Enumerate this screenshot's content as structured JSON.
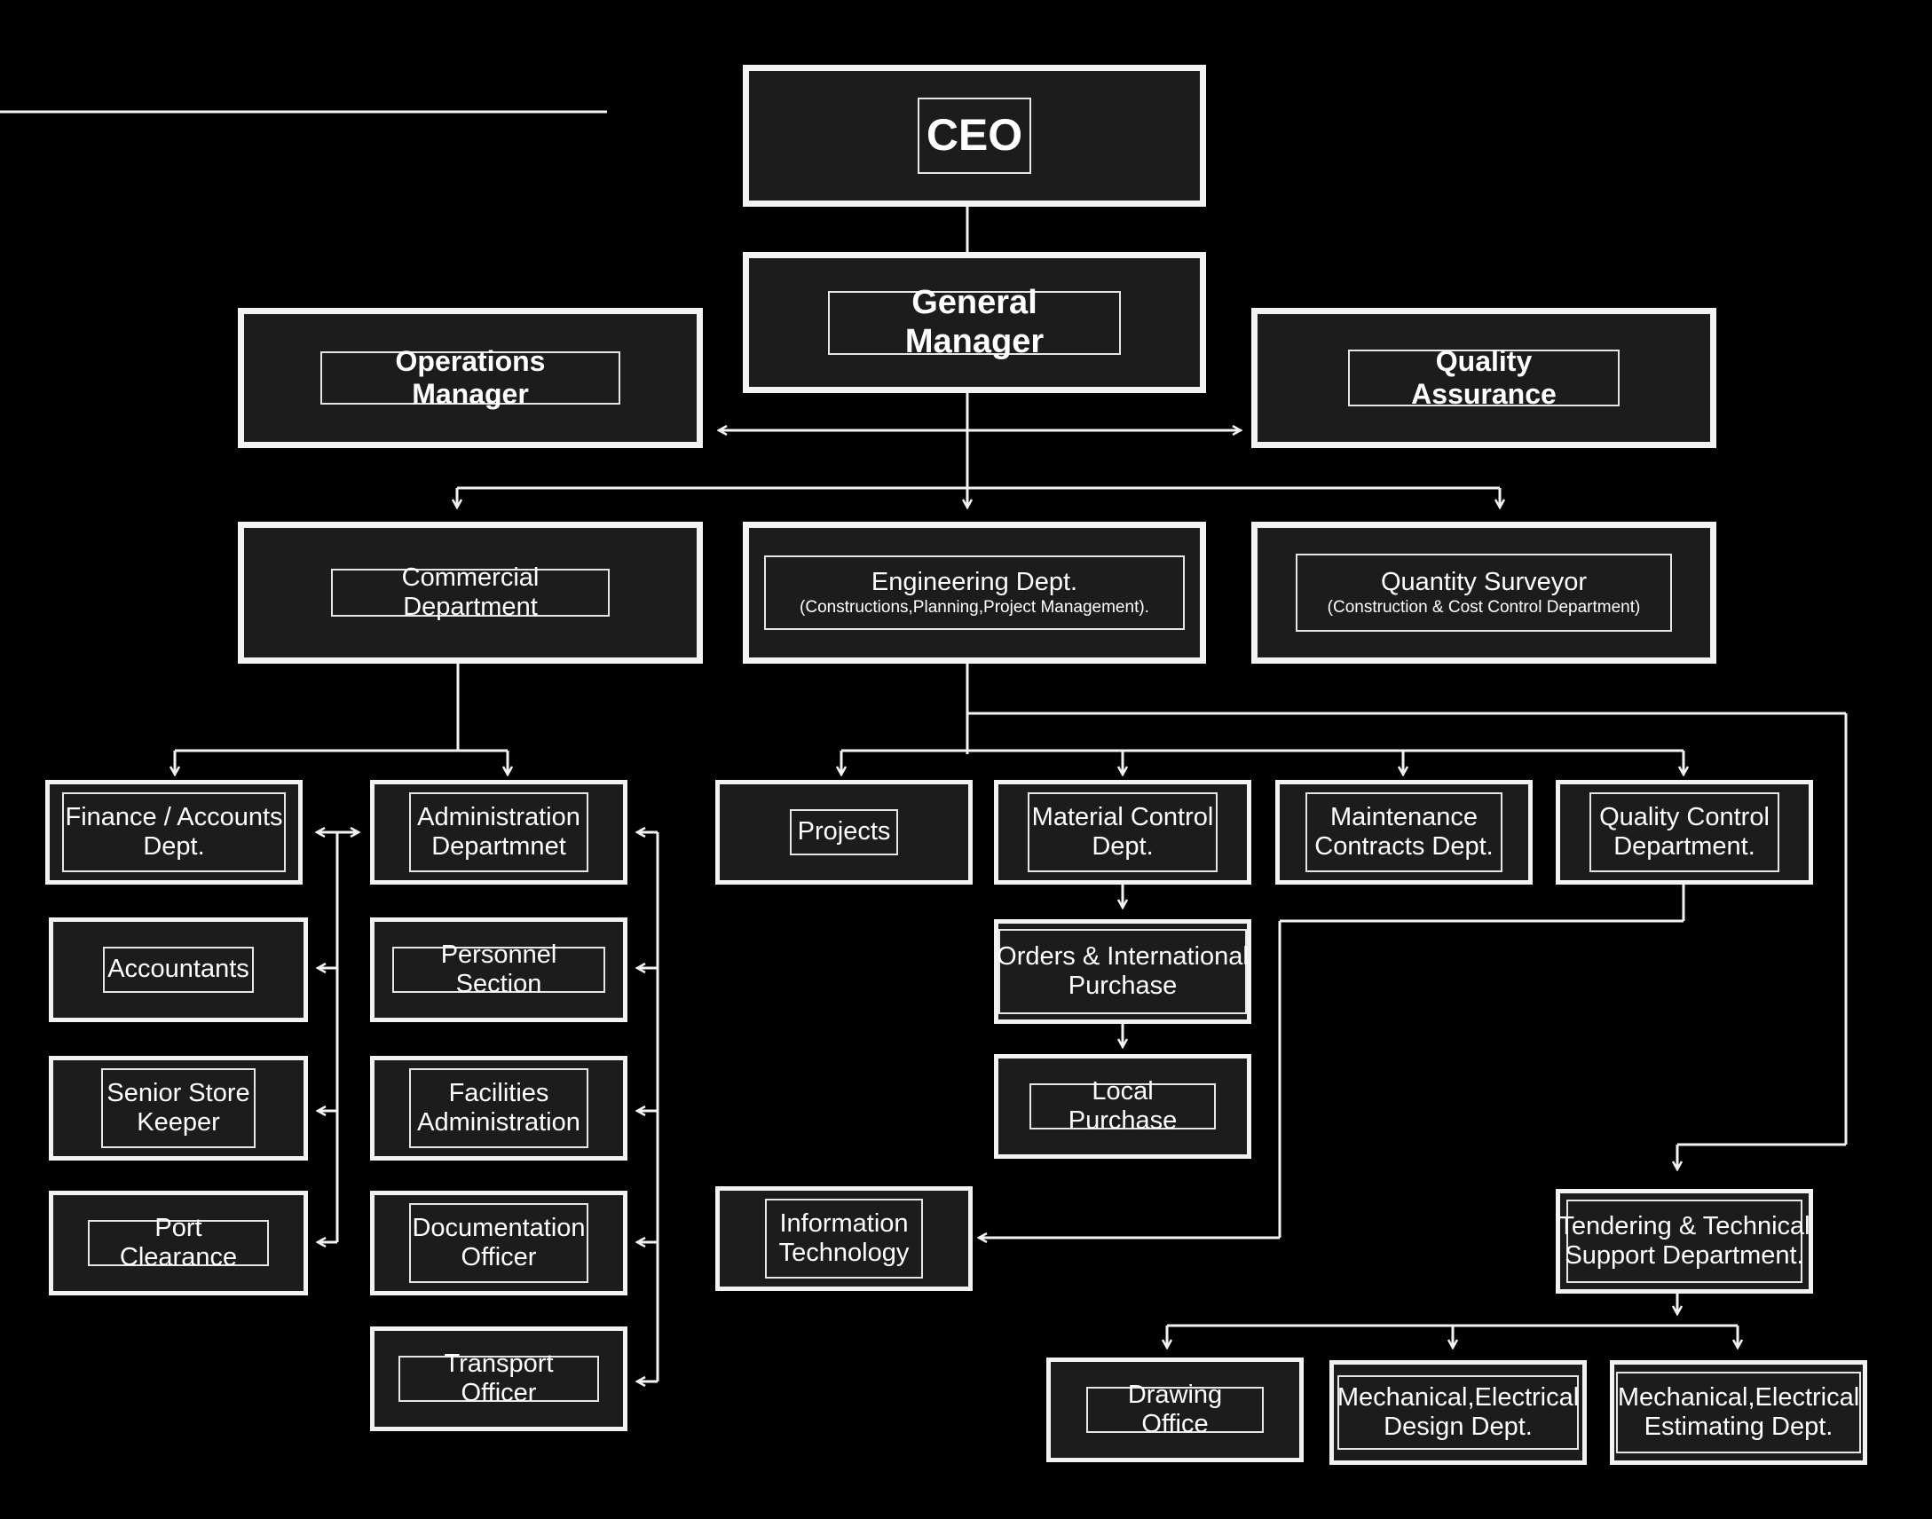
{
  "chart": {
    "ceo": "CEO",
    "general_manager": "General Manager",
    "operations_manager": "Operations Manager",
    "quality_assurance": "Quality Assurance",
    "commercial_department": "Commercial Department",
    "engineering_dept": {
      "line1": "Engineering Dept.",
      "line2": "(Constructions,Planning,Project Management)."
    },
    "quantity_surveyor": {
      "line1": "Quantity Surveyor",
      "line2": "(Construction & Cost Control Department)"
    },
    "finance_accounts": {
      "line1": "Finance / Accounts",
      "line2": "Dept."
    },
    "administration": {
      "line1": "Administration",
      "line2": "Departmnet"
    },
    "accountants": "Accountants",
    "senior_store_keeper": {
      "line1": "Senior Store",
      "line2": "Keeper"
    },
    "port_clearance": "Port Clearance",
    "personnel_section": "Personnel Section",
    "facilities_administration": {
      "line1": "Facilities",
      "line2": "Administration"
    },
    "documentation_officer": {
      "line1": "Documentation",
      "line2": "Officer"
    },
    "transport_officer": "Transport Officer",
    "projects": "Projects",
    "material_control": {
      "line1": "Material Control",
      "line2": "Dept."
    },
    "maintenance_contracts": {
      "line1": "Maintenance",
      "line2": "Contracts Dept."
    },
    "quality_control": {
      "line1": "Quality Control",
      "line2": "Department."
    },
    "orders_international": {
      "line1": "Orders & International",
      "line2": "Purchase"
    },
    "local_purchase": "Local Purchase",
    "information_technology": {
      "line1": "Information",
      "line2": "Technology"
    },
    "tendering_technical": {
      "line1": "Tendering & Technical",
      "line2": "Support Department."
    },
    "drawing_office": "Drawing Office",
    "mech_elec_design": {
      "line1": "Mechanical,Electrical",
      "line2": "Design Dept."
    },
    "mech_elec_estimating": {
      "line1": "Mechanical,Electrical",
      "line2": "Estimating Dept."
    }
  },
  "colors": {
    "background": "#000000",
    "box_fill": "#1c1c1c",
    "line": "#f2f2f2"
  }
}
